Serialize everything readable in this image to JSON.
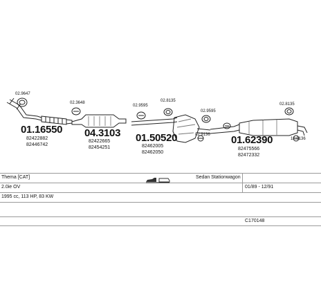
{
  "diagram": {
    "accessory_refs": {
      "a1": "02.9647",
      "a2": "02.3648",
      "a3": "02.9595",
      "a4": "02.8135",
      "a5": "02.9595",
      "a6": "02.9136",
      "a7": "02.8135",
      "a8": "12.8136"
    },
    "parts": {
      "p1": {
        "number": "01.16550",
        "oem": [
          "82422882",
          "82446742"
        ]
      },
      "p2": {
        "number": "04.3103",
        "oem": [
          "82422665",
          "82454251"
        ]
      },
      "p3": {
        "number": "01.50520",
        "oem": [
          "82462005",
          "82462050"
        ]
      },
      "p4": {
        "number": "01.62390",
        "oem": [
          "82475566",
          "82472332"
        ]
      }
    }
  },
  "info": {
    "model": "Thema [CAT]",
    "body_type": "Sedan Stationwagon",
    "engine": "2.0ie OV",
    "date_range": "01/89 - 12/91",
    "spec": "1995 cc, 113 HP, 83 KW",
    "catalog_code": "C170148"
  }
}
